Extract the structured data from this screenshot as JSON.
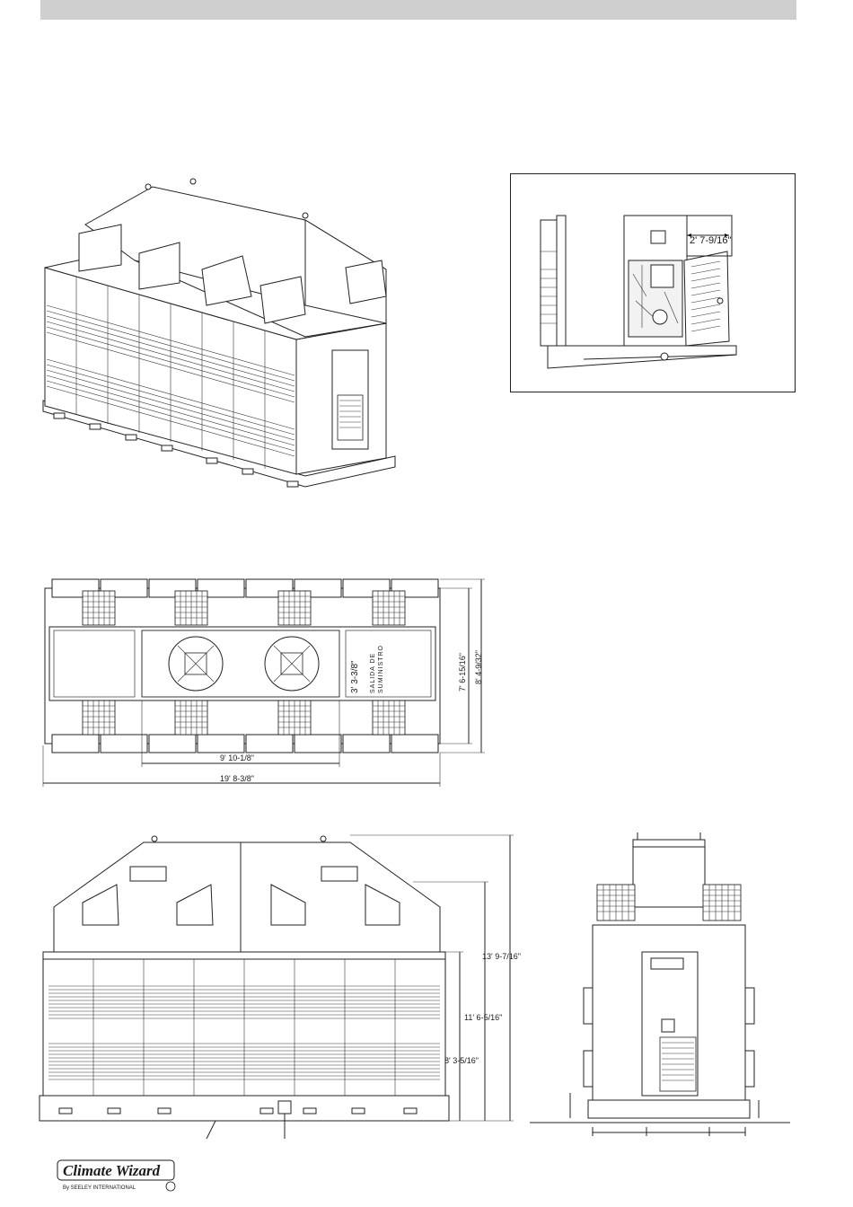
{
  "detail_view": {
    "door_dimension": "2' 7-9/16\""
  },
  "plan_view": {
    "outlet_dimension": "3' 3-3/8\"",
    "outlet_label_line1": "SALIDA DE",
    "outlet_label_line2": "SUMINISTRO",
    "width_inner": "7' 6-15/16\"",
    "width_outer": "8' 4-9/32\"",
    "length_inner": "9' 10-1/8\"",
    "length_overall": "19' 8-3/8\""
  },
  "side_view": {
    "height_overall": "13' 9-7/16\"",
    "height_hood": "11' 6-5/16\"",
    "height_body": "8' 3-5/16\""
  },
  "logo": {
    "brand": "Climate Wizard",
    "sub": "By SEELEY INTERNATIONAL"
  }
}
